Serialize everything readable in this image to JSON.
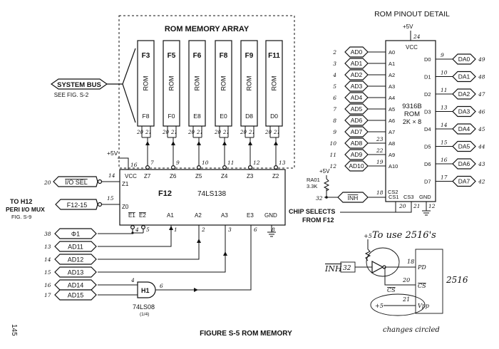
{
  "colors": {
    "ink": "#111111",
    "paper": "#ffffff"
  },
  "page_number": "145",
  "figure_title": "FIGURE S-5   ROM MEMORY",
  "rom_array": {
    "title": "ROM MEMORY ARRAY",
    "chips": [
      {
        "top": "F3",
        "body": "ROM",
        "bottom": "F8",
        "pin20": "20",
        "pin21": "21"
      },
      {
        "top": "F5",
        "body": "ROM",
        "bottom": "F0",
        "pin20": "20",
        "pin21": "21"
      },
      {
        "top": "F6",
        "body": "ROM",
        "bottom": "E8",
        "pin20": "20",
        "pin21": "21"
      },
      {
        "top": "F8",
        "body": "ROM",
        "bottom": "E0",
        "pin20": "20",
        "pin21": "21"
      },
      {
        "top": "F9",
        "body": "ROM",
        "bottom": "D8",
        "pin20": "20",
        "pin21": "21"
      },
      {
        "top": "F11",
        "body": "ROM",
        "bottom": "D0",
        "pin20": "20",
        "pin21": "21"
      }
    ]
  },
  "system_bus": {
    "label": "SYSTEM BUS",
    "ref": "SEE FIG. S-2"
  },
  "decoder": {
    "ref": "F12",
    "part": "74LS138",
    "supply": "+5V",
    "vcc_label": "VCC",
    "vcc_pin": "16",
    "outputs": [
      {
        "name": "Z7",
        "pin": "7"
      },
      {
        "name": "Z6",
        "pin": "9"
      },
      {
        "name": "Z5",
        "pin": "10"
      },
      {
        "name": "Z4",
        "pin": "11"
      },
      {
        "name": "Z3",
        "pin": "12"
      },
      {
        "name": "Z2",
        "pin": "13"
      }
    ],
    "z1": {
      "name": "Z1",
      "pin": "14"
    },
    "z0": {
      "name": "Z0",
      "pin": "15"
    },
    "bottom_pins": [
      {
        "name": "E1",
        "pin": "4"
      },
      {
        "name": "E2",
        "pin": "5"
      },
      {
        "name": "A1",
        "pin": "1"
      },
      {
        "name": "A2",
        "pin": "2"
      },
      {
        "name": "A3",
        "pin": "3"
      },
      {
        "name": "E3",
        "pin": "6"
      },
      {
        "name": "GND",
        "pin": "8"
      }
    ]
  },
  "io_sel": {
    "pin": "20",
    "label": "I/O SEL"
  },
  "f12_15": {
    "label": "F12-15",
    "to_line1": "TO H12",
    "to_line2": "PERI I/O MUX",
    "to_line3": "FIG. S-9"
  },
  "left_inputs": [
    {
      "pin": "38",
      "label": "Φ1"
    },
    {
      "pin": "13",
      "label": "AD11"
    },
    {
      "pin": "14",
      "label": "AD12"
    },
    {
      "pin": "15",
      "label": "AD13"
    },
    {
      "pin": "16",
      "label": "AD14"
    },
    {
      "pin": "17",
      "label": "AD15"
    }
  ],
  "and_gate": {
    "ref": "H1",
    "part": "74LS08",
    "fraction": "(1/4)",
    "pin_in": "4",
    "pin_out": "6"
  },
  "pinout": {
    "title": "ROM PINOUT DETAIL",
    "supply": "+5V",
    "vcc_label": "VCC",
    "vcc_pin": "24",
    "chip": "9316B",
    "chip_type": "ROM",
    "chip_org": "2K × 8",
    "inputs": [
      {
        "conn": "2",
        "sig": "AD0",
        "name": "A0"
      },
      {
        "conn": "3",
        "sig": "AD1",
        "name": "A1"
      },
      {
        "conn": "4",
        "sig": "AD2",
        "name": "A2"
      },
      {
        "conn": "5",
        "sig": "AD3",
        "name": "A3"
      },
      {
        "conn": "6",
        "sig": "AD4",
        "name": "A4"
      },
      {
        "conn": "7",
        "sig": "AD5",
        "name": "A5"
      },
      {
        "conn": "8",
        "sig": "AD6",
        "name": "A6"
      },
      {
        "conn": "9",
        "sig": "AD7",
        "name": "A7"
      },
      {
        "conn": "10",
        "sig": "AD8",
        "name": "A8",
        "pin": "23"
      },
      {
        "conn": "11",
        "sig": "AD9",
        "name": "A9",
        "pin": "22"
      },
      {
        "conn": "12",
        "sig": "AD10",
        "name": "A10",
        "pin": "19"
      }
    ],
    "inh": {
      "conn": "32",
      "sig": "INH",
      "name": "CS2",
      "pin": "18"
    },
    "resistor": {
      "supply": "+5V",
      "ref": "RA01",
      "value": "3.3K"
    },
    "outputs": [
      {
        "name": "D0",
        "pin": "9",
        "sig": "DA0",
        "conn": "49"
      },
      {
        "name": "D1",
        "pin": "10",
        "sig": "DA1",
        "conn": "48"
      },
      {
        "name": "D2",
        "pin": "11",
        "sig": "DA2",
        "conn": "47"
      },
      {
        "name": "D3",
        "pin": "13",
        "sig": "DA3",
        "conn": "46"
      },
      {
        "name": "D4",
        "pin": "14",
        "sig": "DA4",
        "conn": "45"
      },
      {
        "name": "D5",
        "pin": "15",
        "sig": "DA5",
        "conn": "44"
      },
      {
        "name": "D6",
        "pin": "16",
        "sig": "DA6",
        "conn": "43"
      },
      {
        "name": "D7",
        "pin": "17",
        "sig": "DA7",
        "conn": "42"
      }
    ],
    "bottom": {
      "cs1": "CS1",
      "cs3": "CS3",
      "gnd": "GND",
      "pin20": "20",
      "pin21": "21",
      "pin12": "12"
    },
    "chip_selects_1": "CHIP SELECTS",
    "chip_selects_2": "FROM F12"
  },
  "handwritten": {
    "note": "To use 2516's",
    "plus5": "+5",
    "inh": "INH",
    "conn": "32",
    "pin18": "18",
    "pd": "PD",
    "pin20": "20",
    "cs_left": "CS",
    "cs_right": "CS",
    "part": "2516",
    "pin21": "21",
    "vpp_supply": "+5",
    "vpp": "Vpp",
    "changes": "changes circled"
  }
}
